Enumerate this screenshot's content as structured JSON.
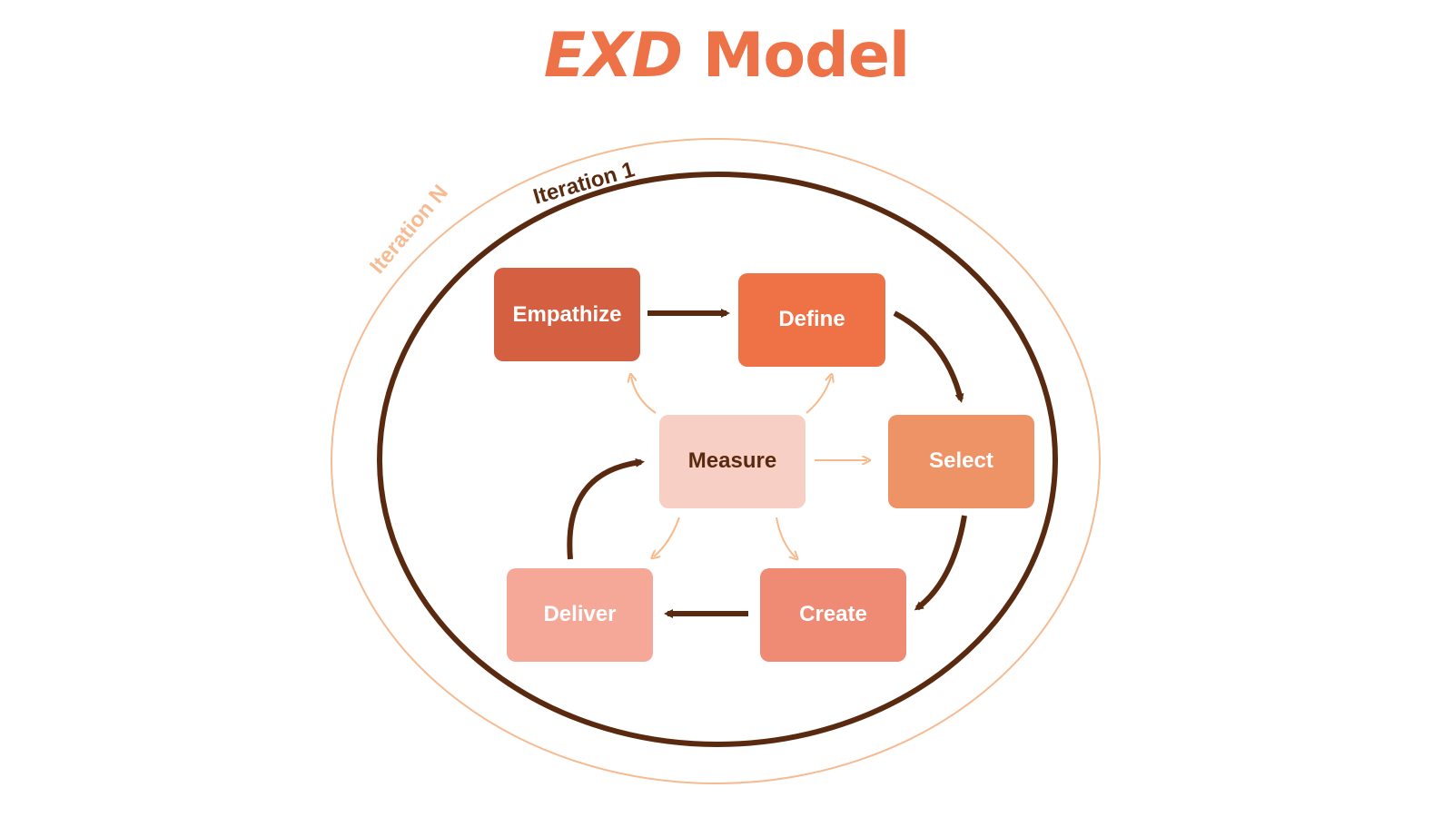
{
  "title": {
    "part1": "EXD",
    "part2": " Model"
  },
  "iterations": {
    "outer_label": "Iteration N",
    "inner_label": "Iteration 1"
  },
  "stages": {
    "empathize": "Empathize",
    "define": "Define",
    "select": "Select",
    "create": "Create",
    "deliver": "Deliver",
    "measure": "Measure"
  },
  "colors": {
    "title": "#ee7248",
    "empathize": "#d55f41",
    "define": "#ef7146",
    "select": "#ee9366",
    "create": "#ef8a74",
    "deliver": "#f5a898",
    "measure": "#f8cfc4",
    "main_arrow": "#5a2a10",
    "light_arrow": "#f7b98a",
    "outer_ring": "#f5bb92",
    "inner_ring": "#5a2a10"
  }
}
